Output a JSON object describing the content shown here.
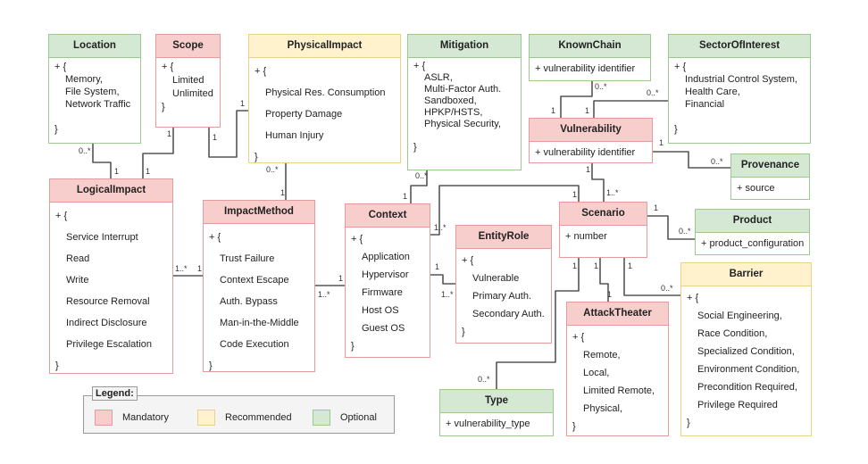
{
  "colors": {
    "mandatory": "#f8cecc",
    "recommended": "#fff2cc",
    "optional": "#d5e8d4"
  },
  "classes": [
    {
      "id": "location",
      "name": "Location",
      "category": "optional",
      "lines": [
        "+ {",
        "Memory,",
        "File System,",
        "Network Traffic",
        "",
        "}"
      ]
    },
    {
      "id": "scope",
      "name": "Scope",
      "category": "mandatory",
      "lines": [
        "+ {",
        "Limited",
        "Unlimited",
        "}"
      ]
    },
    {
      "id": "physical-impact",
      "name": "PhysicalImpact",
      "category": "recommended",
      "lines": [
        "+ {",
        "Physical Res. Consumption",
        "Property Damage",
        "Human Injury",
        "}"
      ]
    },
    {
      "id": "mitigation",
      "name": "Mitigation",
      "category": "optional",
      "lines": [
        "+ {",
        "ASLR,",
        "Multi-Factor Auth.",
        "Sandboxed,",
        "HPKP/HSTS,",
        "Physical Security,",
        "",
        "}"
      ]
    },
    {
      "id": "known-chain",
      "name": "KnownChain",
      "category": "optional",
      "lines": [
        "+ vulnerability identifier"
      ]
    },
    {
      "id": "sector-of-interest",
      "name": "SectorOfInterest",
      "category": "optional",
      "lines": [
        "+ {",
        "Industrial Control System,",
        "Health Care,",
        "Financial",
        "",
        "}"
      ]
    },
    {
      "id": "vulnerability",
      "name": "Vulnerability",
      "category": "mandatory",
      "lines": [
        "+ vulnerability identifier"
      ]
    },
    {
      "id": "provenance",
      "name": "Provenance",
      "category": "optional",
      "lines": [
        "+ source"
      ]
    },
    {
      "id": "logical-impact",
      "name": "LogicalImpact",
      "category": "mandatory",
      "lines": [
        "+ {",
        "Service Interrupt",
        "Read",
        "Write",
        "Resource Removal",
        "Indirect Disclosure",
        "Privilege Escalation",
        "}"
      ]
    },
    {
      "id": "impact-method",
      "name": "ImpactMethod",
      "category": "mandatory",
      "lines": [
        "+ {",
        "Trust Failure",
        "Context Escape",
        "Auth. Bypass",
        "Man-in-the-Middle",
        "Code Execution",
        "}"
      ]
    },
    {
      "id": "context",
      "name": "Context",
      "category": "mandatory",
      "lines": [
        "+ {",
        "Application",
        "Hypervisor",
        "Firmware",
        "Host OS",
        "Guest OS",
        "}"
      ]
    },
    {
      "id": "entity-role",
      "name": "EntityRole",
      "category": "mandatory",
      "lines": [
        "+ {",
        "Vulnerable",
        "Primary Auth.",
        "Secondary Auth.",
        "}"
      ]
    },
    {
      "id": "scenario",
      "name": "Scenario",
      "category": "mandatory",
      "lines": [
        "+ number"
      ]
    },
    {
      "id": "product",
      "name": "Product",
      "category": "optional",
      "lines": [
        "+ product_configuration"
      ]
    },
    {
      "id": "barrier",
      "name": "Barrier",
      "category": "recommended",
      "lines": [
        "+ {",
        "Social Engineering,",
        "Race Condition,",
        "Specialized Condition,",
        "Environment Condition,",
        "Precondition Required,",
        "Privilege Required",
        "}"
      ]
    },
    {
      "id": "attack-theater",
      "name": "AttackTheater",
      "category": "mandatory",
      "lines": [
        "+ {",
        "Remote,",
        "Local,",
        "Limited Remote,",
        "Physical,",
        "}"
      ]
    },
    {
      "id": "type",
      "name": "Type",
      "category": "optional",
      "lines": [
        "+ vulnerability_type"
      ]
    }
  ],
  "associations": [
    {
      "from": "Location",
      "to": "LogicalImpact",
      "from_mult": "0..*",
      "to_mult": "1"
    },
    {
      "from": "Scope",
      "to": "LogicalImpact",
      "from_mult": "1",
      "to_mult": "1"
    },
    {
      "from": "Scope",
      "to": "PhysicalImpact",
      "from_mult": "1",
      "to_mult": "1"
    },
    {
      "from": "PhysicalImpact",
      "to": "ImpactMethod",
      "from_mult": "0..*",
      "to_mult": "1"
    },
    {
      "from": "LogicalImpact",
      "to": "ImpactMethod",
      "from_mult": "1..*",
      "to_mult": "1"
    },
    {
      "from": "ImpactMethod",
      "to": "Context",
      "from_mult": "1..*",
      "to_mult": "1"
    },
    {
      "from": "Mitigation",
      "to": "Context",
      "from_mult": "0..*",
      "to_mult": "1"
    },
    {
      "from": "Context",
      "to": "Scenario",
      "from_mult": "1..*",
      "to_mult": "1"
    },
    {
      "from": "Context",
      "to": "EntityRole",
      "from_mult": "1",
      "to_mult": "1..*"
    },
    {
      "from": "Vulnerability",
      "to": "Scenario",
      "from_mult": "1",
      "to_mult": "1..*"
    },
    {
      "from": "KnownChain",
      "to": "Vulnerability",
      "from_mult": "0..*",
      "to_mult": "1"
    },
    {
      "from": "SectorOfInterest",
      "to": "Vulnerability",
      "from_mult": "0..*",
      "to_mult": "1"
    },
    {
      "from": "Vulnerability",
      "to": "Provenance",
      "from_mult": "1",
      "to_mult": "0..*"
    },
    {
      "from": "Scenario",
      "to": "Product",
      "from_mult": "1",
      "to_mult": "0..*"
    },
    {
      "from": "Scenario",
      "to": "Type",
      "from_mult": "1",
      "to_mult": "0..*"
    },
    {
      "from": "Scenario",
      "to": "AttackTheater",
      "from_mult": "1",
      "to_mult": "1"
    },
    {
      "from": "Scenario",
      "to": "Barrier",
      "from_mult": "1",
      "to_mult": "0..*"
    }
  ],
  "legend": {
    "title": "Legend:",
    "items": [
      {
        "label": "Mandatory",
        "category": "mandatory"
      },
      {
        "label": "Recommended",
        "category": "recommended"
      },
      {
        "label": "Optional",
        "category": "optional"
      }
    ]
  }
}
